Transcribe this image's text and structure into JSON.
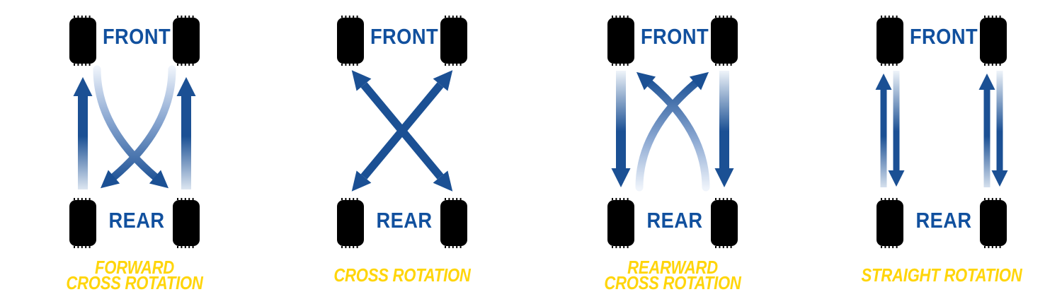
{
  "colors": {
    "arrow_blue": "#1B5094",
    "label_blue": "#11509E",
    "title_yellow": "#FFD50A",
    "tire_black": "#000000",
    "arrow_fade_light": "#F2F6FB",
    "background": "#FFFFFF"
  },
  "diagrams": [
    {
      "id": "forward-cross-rotation",
      "front_label": "FRONT",
      "rear_label": "REAR",
      "title_line1": "FORWARD",
      "title_line2": "CROSS ROTATION",
      "pattern": "rear tires move straight up to front; front tires cross diagonally down to opposite rear"
    },
    {
      "id": "cross-rotation",
      "front_label": "FRONT",
      "rear_label": "REAR",
      "title_line1": "CROSS ROTATION",
      "title_line2": "",
      "pattern": "double-headed diagonal arrows; all four tires swap diagonally"
    },
    {
      "id": "rearward-cross-rotation",
      "front_label": "FRONT",
      "rear_label": "REAR",
      "title_line1": "REARWARD",
      "title_line2": "CROSS ROTATION",
      "pattern": "front tires move straight down to rear; rear tires cross diagonally up to opposite front"
    },
    {
      "id": "straight-rotation",
      "front_label": "FRONT",
      "rear_label": "REAR",
      "title_line1": "STRAIGHT ROTATION",
      "title_line2": "",
      "pattern": "front and rear tires swap straight on the same side"
    }
  ]
}
